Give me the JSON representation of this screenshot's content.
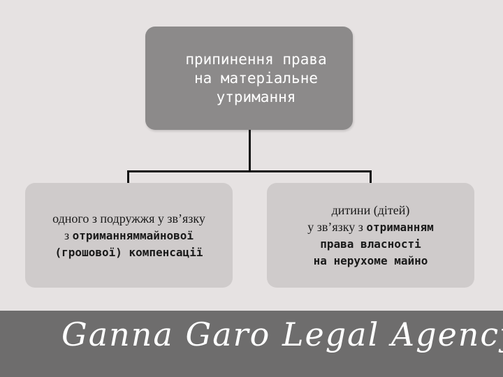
{
  "top": {
    "line1": "припинення права",
    "line2": "на матеріальне",
    "line3": "утримання"
  },
  "left": {
    "line1": "одного з подружжя у зв’язку",
    "line2a": "з ",
    "line2b": "отриманням",
    "line2c": "майнової",
    "line3": "(грошової) компенсації"
  },
  "right": {
    "line1": "дитини (дітей)",
    "line2a": "у зв’язку з ",
    "line2b": "отриманням",
    "line3": "права власності",
    "line4": "на нерухоме майно"
  },
  "footer": {
    "brand": "Ganna Garo Legal Agency"
  },
  "colors": {
    "background": "#e6e2e2",
    "top_box": "#8c8a8a",
    "child_box": "#cfcbcb",
    "footer": "#6e6d6d"
  }
}
